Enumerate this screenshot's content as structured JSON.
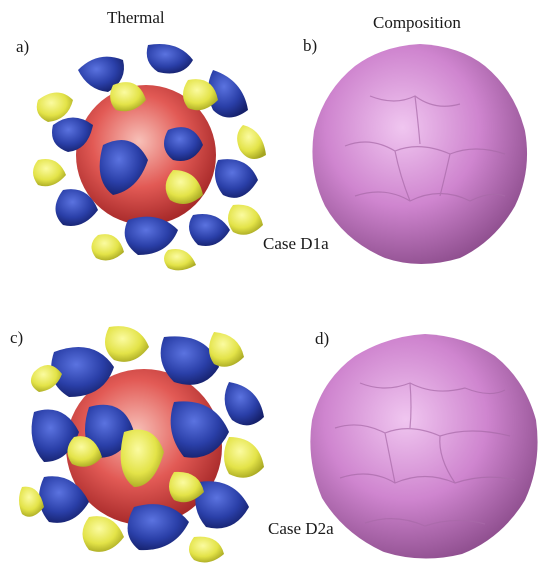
{
  "headers": {
    "thermal": "Thermal",
    "composition": "Composition"
  },
  "panels": {
    "a": "a)",
    "b": "b)",
    "c": "c)",
    "d": "d)"
  },
  "cases": {
    "top": "Case D1a",
    "bottom": "Case D2a"
  },
  "colors": {
    "hot_yellow": "#e6e64a",
    "cold_blue": "#2a3fa8",
    "core_red": "#d94a4a",
    "composition_pink": "#cf85cf"
  }
}
